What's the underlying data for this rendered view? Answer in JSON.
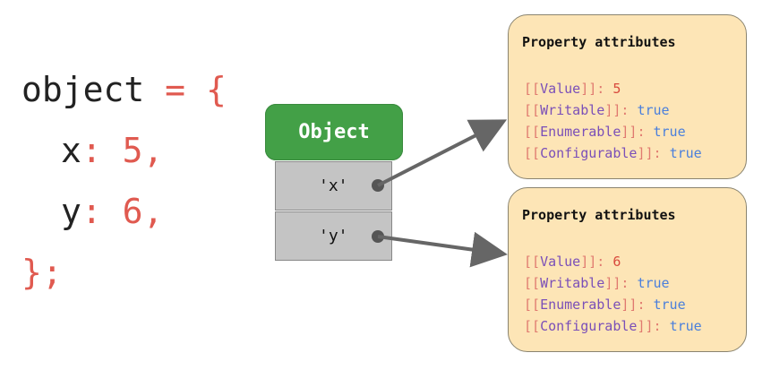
{
  "code": {
    "var_name": "object",
    "equals": "=",
    "open_brace": "{",
    "lines": [
      {
        "key": "x",
        "colon": ":",
        "value": "5",
        "comma": ","
      },
      {
        "key": "y",
        "colon": ":",
        "value": "6",
        "comma": ","
      }
    ],
    "close": "};"
  },
  "object": {
    "header": "Object",
    "props": [
      "'x'",
      "'y'"
    ]
  },
  "panels": [
    {
      "title": "Property attributes",
      "attrs": [
        {
          "name": "Value",
          "value": "5"
        },
        {
          "name": "Writable",
          "value": "true"
        },
        {
          "name": "Enumerable",
          "value": "true"
        },
        {
          "name": "Configurable",
          "value": "true"
        }
      ]
    },
    {
      "title": "Property attributes",
      "attrs": [
        {
          "name": "Value",
          "value": "6"
        },
        {
          "name": "Writable",
          "value": "true"
        },
        {
          "name": "Enumerable",
          "value": "true"
        },
        {
          "name": "Configurable",
          "value": "true"
        }
      ]
    }
  ],
  "colors": {
    "object_header": "#43a047",
    "prop_row": "#c4c4c4",
    "panel_bg": "#fde5b6",
    "code_red": "#e05a50",
    "attr_name": "#7a4fb8",
    "number": "#d84a3d",
    "boolean": "#4a7fdc",
    "arrow": "#666666"
  }
}
